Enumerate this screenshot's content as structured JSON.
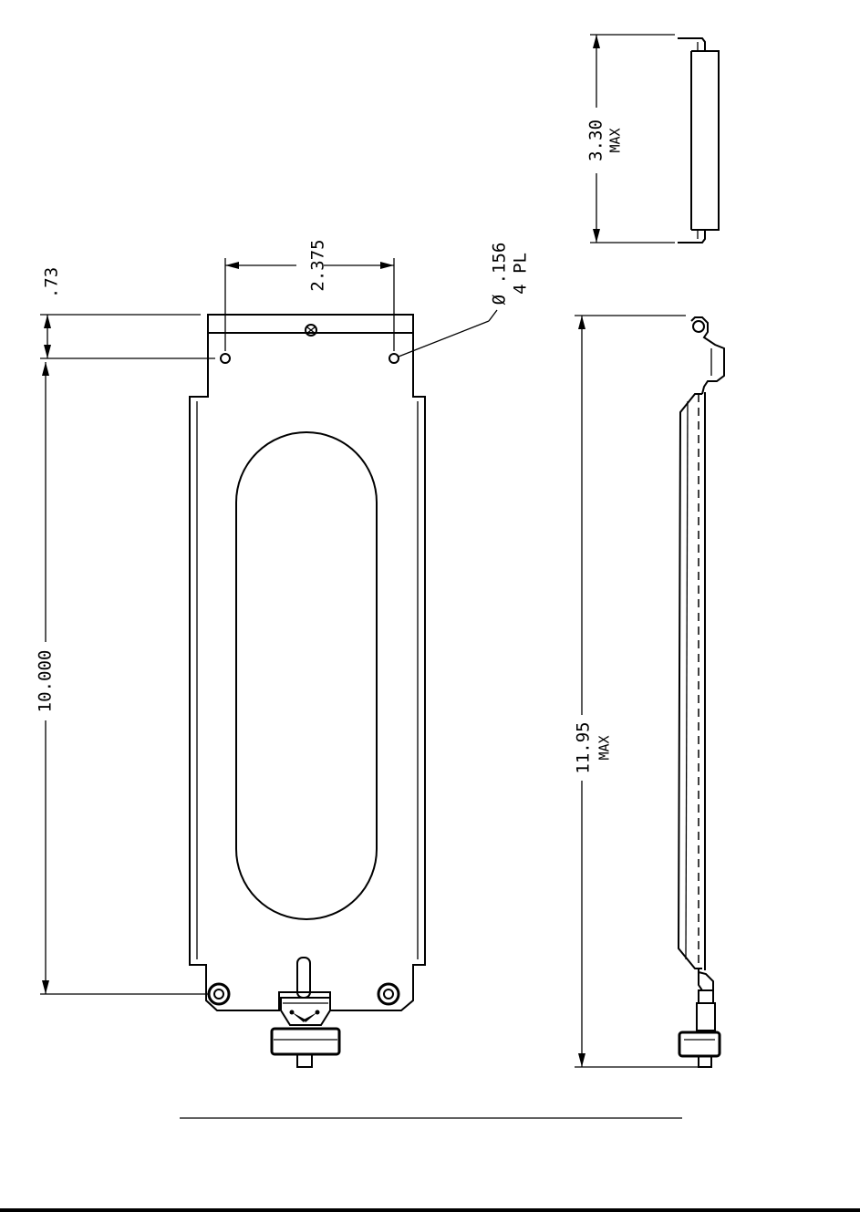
{
  "dimensions": {
    "flange_height": ".73",
    "hole_spacing": "2.375",
    "hole_callout": "Ø .156",
    "hole_count": "4 PL",
    "body_length": "10.000",
    "side_height": "11.95",
    "side_height_note": "MAX",
    "end_height": "3.30",
    "end_height_note": "MAX"
  }
}
